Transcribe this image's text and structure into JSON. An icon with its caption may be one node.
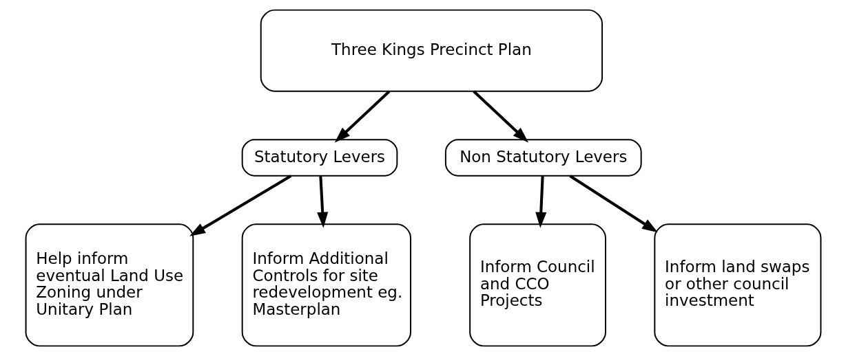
{
  "diagram": {
    "nodes": [
      {
        "text": [
          "Three Kings Precinct Plan"
        ]
      },
      {
        "text": [
          "Statutory Levers"
        ]
      },
      {
        "text": [
          "Non Statutory Levers"
        ]
      },
      {
        "text": [
          "Help inform eventual Land Use Zoning under Unitary Plan"
        ]
      },
      {
        "text": [
          "Inform Additional Controls for site redevelopment eg. Masterplan"
        ]
      },
      {
        "text": [
          "Inform Council and CCO Projects"
        ]
      },
      {
        "text": [
          "Inform land swaps or other council investment"
        ]
      }
    ],
    "edges": [
      {
        "from": 0,
        "to": 1,
        "arrow": "to"
      },
      {
        "from": 0,
        "to": 2,
        "arrow": "to"
      },
      {
        "from": 1,
        "to": 3,
        "arrow": "to"
      },
      {
        "from": 1,
        "to": 4,
        "arrow": "to"
      },
      {
        "from": 2,
        "to": 5,
        "arrow": "to"
      },
      {
        "from": 2,
        "to": 6,
        "arrow": "to"
      }
    ]
  }
}
